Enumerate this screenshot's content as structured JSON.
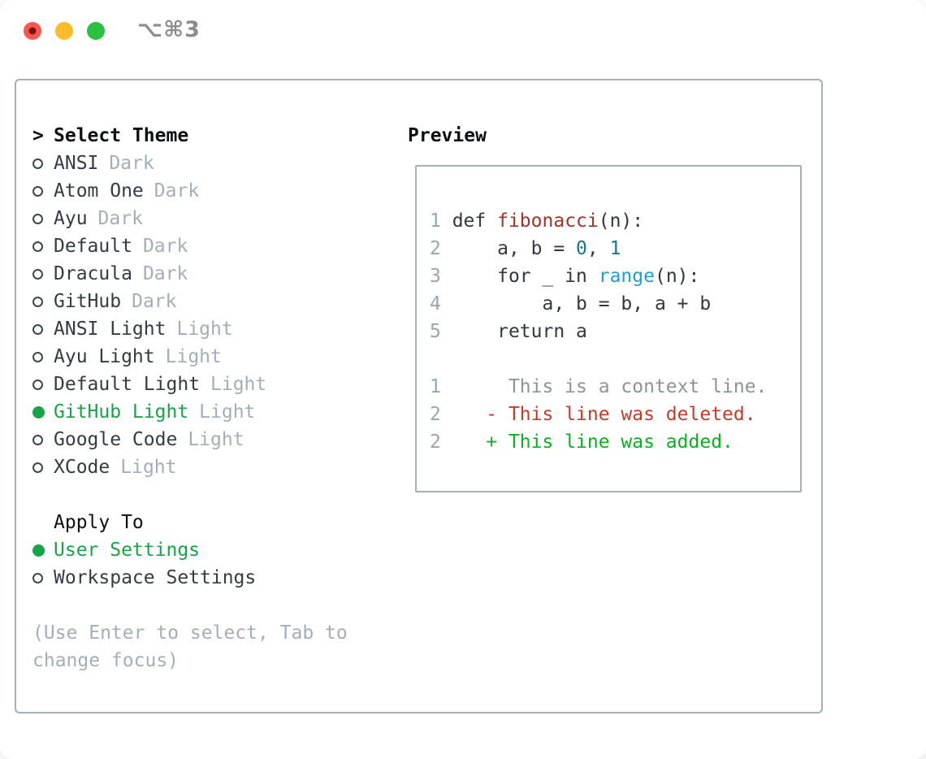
{
  "titlebar": {
    "shortcut": "⌥⌘3"
  },
  "colors": {
    "accent_green": "#17a449",
    "added_green": "#0bb021",
    "deleted_red": "#c53a28",
    "func_red": "#a93127",
    "number_teal": "#0d7a87",
    "builtin_blue": "#1ba0da",
    "context_gray": "#8d939b",
    "tag_gray": "#a4aebb",
    "line_number_gray": "#9aa5b4",
    "border_gray": "#a6afba",
    "text_dark": "#343b43",
    "header_black": "#0d0f11",
    "code_dark": "#32383e",
    "hint_gray": "#a4aebb",
    "shortcut_gray": "#8d8d8d",
    "traffic_red": "#f75750",
    "traffic_red_dot": "#7e1410",
    "traffic_yellow": "#fdbc2e",
    "traffic_green": "#2bc03f"
  },
  "left": {
    "prompt": ">",
    "title": "Select Theme",
    "themes": [
      {
        "label": "ANSI",
        "tag": "Dark",
        "selected": false
      },
      {
        "label": "Atom One",
        "tag": "Dark",
        "selected": false
      },
      {
        "label": "Ayu",
        "tag": "Dark",
        "selected": false
      },
      {
        "label": "Default",
        "tag": "Dark",
        "selected": false
      },
      {
        "label": "Dracula",
        "tag": "Dark",
        "selected": false
      },
      {
        "label": "GitHub",
        "tag": "Dark",
        "selected": false
      },
      {
        "label": "ANSI Light",
        "tag": "Light",
        "selected": false
      },
      {
        "label": "Ayu Light",
        "tag": "Light",
        "selected": false
      },
      {
        "label": "Default Light",
        "tag": "Light",
        "selected": false
      },
      {
        "label": "GitHub Light",
        "tag": "Light",
        "selected": true
      },
      {
        "label": "Google Code",
        "tag": "Light",
        "selected": false
      },
      {
        "label": "XCode",
        "tag": "Light",
        "selected": false
      }
    ],
    "apply_title": "Apply To",
    "apply_options": [
      {
        "label": "User Settings",
        "selected": true
      },
      {
        "label": "Workspace Settings",
        "selected": false
      }
    ],
    "hint": "(Use Enter to select, Tab to change focus)"
  },
  "preview": {
    "title": "Preview",
    "code_lines": [
      {
        "num": "1",
        "kind": "code",
        "segments": [
          {
            "t": " def ",
            "c": "plain"
          },
          {
            "t": "fibonacci",
            "c": "func"
          },
          {
            "t": "(n):",
            "c": "plain"
          }
        ]
      },
      {
        "num": "2",
        "kind": "code",
        "segments": [
          {
            "t": "     a, b = ",
            "c": "plain"
          },
          {
            "t": "0",
            "c": "number"
          },
          {
            "t": ", ",
            "c": "plain"
          },
          {
            "t": "1",
            "c": "number"
          }
        ]
      },
      {
        "num": "3",
        "kind": "code",
        "segments": [
          {
            "t": "     for _ in ",
            "c": "plain"
          },
          {
            "t": "range",
            "c": "builtin"
          },
          {
            "t": "(n):",
            "c": "plain"
          }
        ]
      },
      {
        "num": "4",
        "kind": "code",
        "segments": [
          {
            "t": "         a, b = b, a + b",
            "c": "plain"
          }
        ]
      },
      {
        "num": "5",
        "kind": "code",
        "segments": [
          {
            "t": "     return a",
            "c": "plain"
          }
        ]
      }
    ],
    "diff_lines": [
      {
        "num": "1",
        "kind": "context",
        "segments": [
          {
            "t": "      This is a context line.",
            "c": "context"
          }
        ]
      },
      {
        "num": "2",
        "kind": "deleted",
        "segments": [
          {
            "t": "    - This line was deleted.",
            "c": "deleted"
          }
        ]
      },
      {
        "num": "2",
        "kind": "added",
        "segments": [
          {
            "t": "    + This line was added.",
            "c": "added"
          }
        ]
      }
    ]
  }
}
